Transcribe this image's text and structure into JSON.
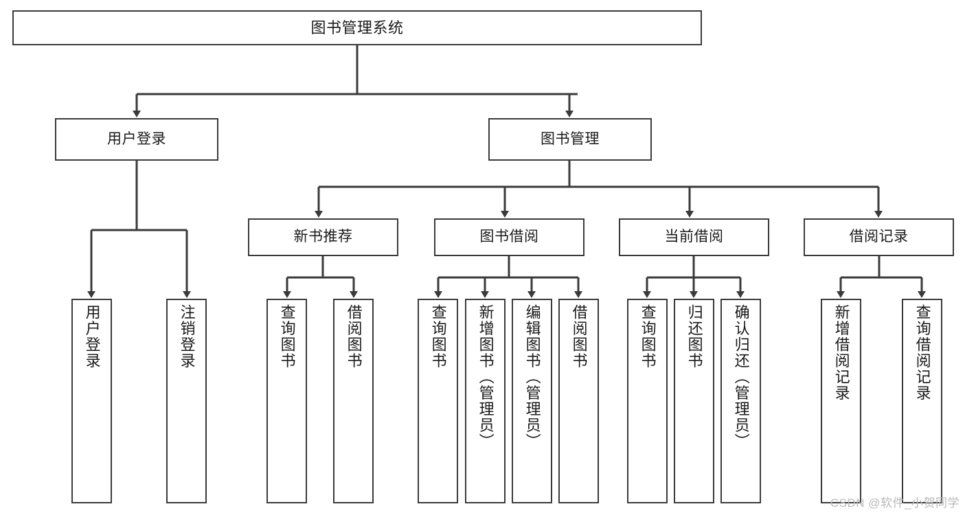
{
  "diagram": {
    "title": "图书管理系统",
    "type": "tree-hierarchy-chart",
    "orientation": "top-down",
    "colors": {
      "box_border": "#3a3a3a",
      "box_fill": "#ffffff",
      "connector": "#3a3a3a",
      "text": "#1a1a1a",
      "watermark": "#b9b9b9",
      "background": "#ffffff"
    }
  },
  "nodes": {
    "root": {
      "label": "图书管理系统"
    },
    "level2": [
      {
        "label": "用户登录"
      },
      {
        "label": "图书管理"
      }
    ],
    "level3": [
      {
        "label": "新书推荐"
      },
      {
        "label": "图书借阅"
      },
      {
        "label": "当前借阅"
      },
      {
        "label": "借阅记录"
      }
    ],
    "leaves": [
      {
        "label": "用户登录",
        "parent": "用户登录"
      },
      {
        "label": "注销登录",
        "parent": "用户登录"
      },
      {
        "label": "查询图书",
        "parent": "新书推荐"
      },
      {
        "label": "借阅图书",
        "parent": "新书推荐"
      },
      {
        "label": "查询图书",
        "parent": "图书借阅"
      },
      {
        "label": "新增图书（管理员）",
        "parent": "图书借阅"
      },
      {
        "label": "编辑图书（管理员）",
        "parent": "图书借阅"
      },
      {
        "label": "借阅图书",
        "parent": "图书借阅"
      },
      {
        "label": "查询图书",
        "parent": "当前借阅"
      },
      {
        "label": "归还图书",
        "parent": "当前借阅"
      },
      {
        "label": "确认归还（管理员）",
        "parent": "当前借阅"
      },
      {
        "label": "新增借阅记录",
        "parent": "借阅记录"
      },
      {
        "label": "查询借阅记录",
        "parent": "借阅记录"
      }
    ]
  },
  "watermark": {
    "text": "CSDN @软件_小贺同学"
  }
}
